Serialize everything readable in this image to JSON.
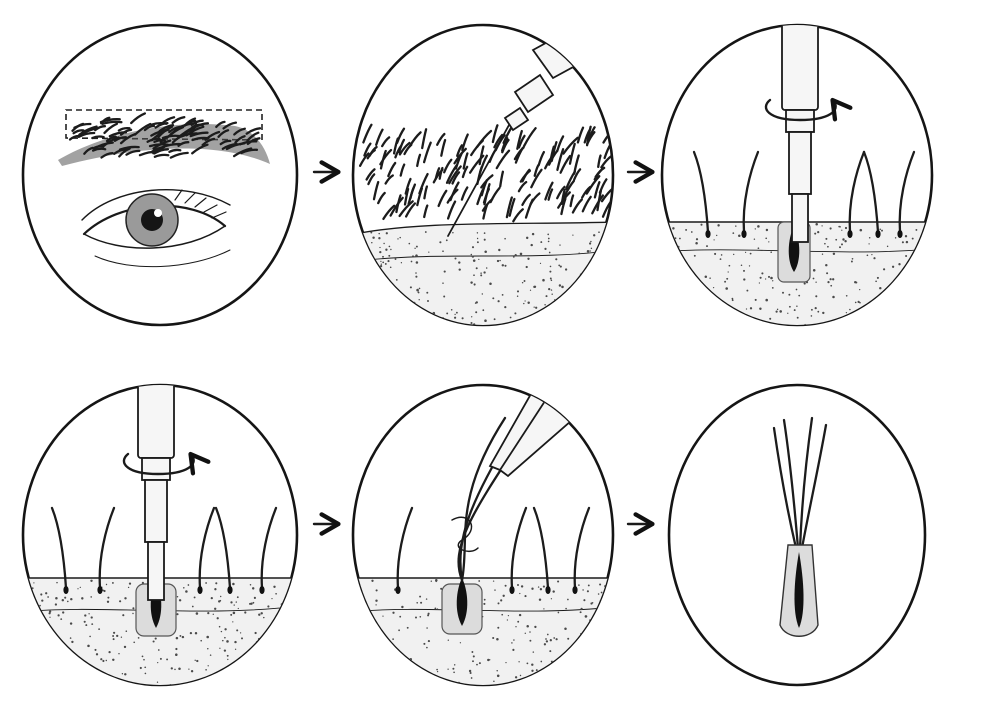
{
  "diagram": {
    "panels": [
      {
        "id": "eyebrow-recipient-area"
      },
      {
        "id": "punch-incisions"
      },
      {
        "id": "punch-rotation-scoring"
      },
      {
        "id": "punch-rotation-deep"
      },
      {
        "id": "forceps-extraction"
      },
      {
        "id": "extracted-follicular-unit"
      }
    ],
    "arrows": [
      {
        "from": 0,
        "to": 1,
        "direction": "right"
      },
      {
        "from": 1,
        "to": 2,
        "direction": "right"
      },
      {
        "from": 3,
        "to": 4,
        "direction": "right"
      },
      {
        "from": 4,
        "to": 5,
        "direction": "right"
      }
    ],
    "colors": {
      "line": "#1a1a1a",
      "skin": "#f1f1f1",
      "background": "#ffffff"
    }
  }
}
